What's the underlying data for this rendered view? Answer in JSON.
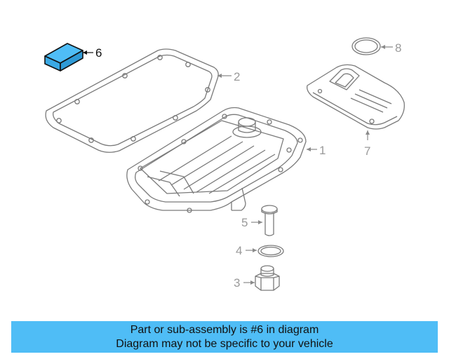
{
  "diagram": {
    "callouts": {
      "c1": "1",
      "c2": "2",
      "c3": "3",
      "c4": "4",
      "c5": "5",
      "c6": "6",
      "c7": "7",
      "c8": "8"
    },
    "highlight_color": "#4fbdf6",
    "line_color": "#8a8a8a"
  },
  "banner": {
    "line1": "Part or sub-assembly is #6 in diagram",
    "line2": "Diagram may not be specific to your vehicle",
    "background": "#4fbdf6"
  }
}
